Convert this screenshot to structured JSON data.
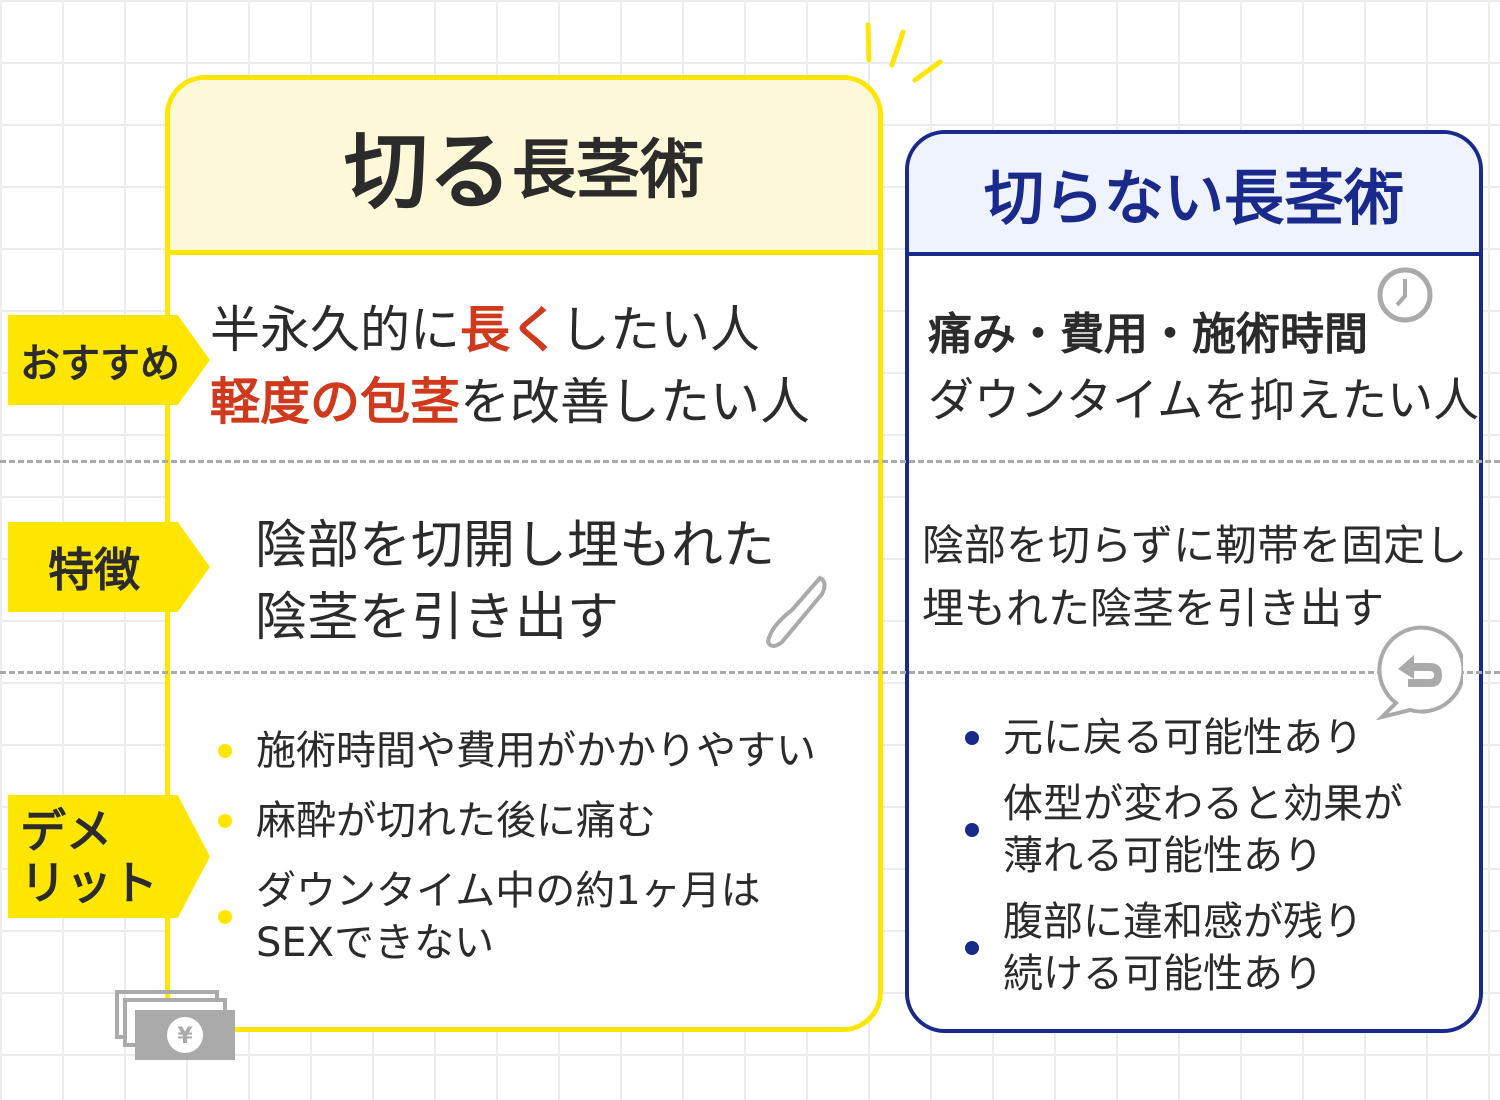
{
  "cut": {
    "title_big": "切る",
    "title_small": "長茎術",
    "recommend": {
      "line1_a": "半永久的に",
      "line1_b": "長く",
      "line1_c": "したい人",
      "line2_a": "軽度の包茎",
      "line2_b": "を改善したい人"
    },
    "feature": {
      "line1": "陰部を切開し埋もれた",
      "line2": "陰茎を引き出す"
    },
    "demerits": [
      "施術時間や費用がかかりやすい",
      "麻酔が切れた後に痛む",
      "ダウンタイム中の約1ヶ月は\nSEXできない"
    ]
  },
  "nocut": {
    "title": "切らない長茎術",
    "recommend": {
      "line1": "痛み・費用・施術時間",
      "line2": "ダウンタイムを抑えたい人"
    },
    "feature": {
      "line1": "陰部を切らずに靭帯を固定し",
      "line2": "埋もれた陰茎を引き出す"
    },
    "demerits": [
      "元に戻る可能性あり",
      "体型が変わると効果が\n薄れる可能性あり",
      "腹部に違和感が残り\n続ける可能性あり"
    ]
  },
  "tags": {
    "recommend": "おすすめ",
    "feature": "特徴",
    "demerit_1": "デメ",
    "demerit_2": "リット"
  },
  "colors": {
    "yellow": "#ffe600",
    "navy": "#1a2a8c",
    "red": "#d0391b"
  }
}
